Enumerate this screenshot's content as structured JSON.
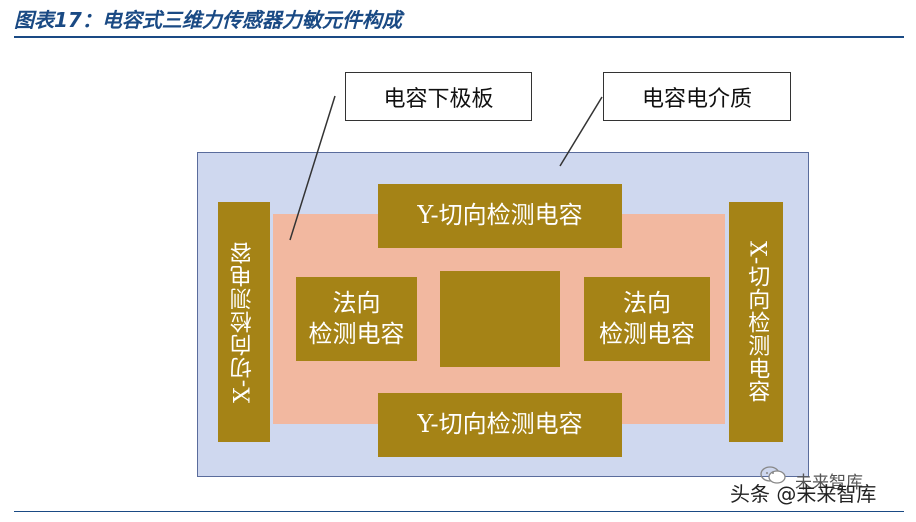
{
  "title": "图表17：电容式三维力传感器力敏元件构成",
  "callouts": {
    "lower_plate": "电容下极板",
    "dielectric": "电容电介质"
  },
  "components": {
    "y_top": "Y-切向检测电容",
    "y_bottom": "Y-切向检测电容",
    "x_left": "X-切向检测电容",
    "x_right": "X-切向检测电容",
    "normal_left": "法向\n检测电容",
    "normal_right": "法向\n检测电容"
  },
  "watermark": {
    "top_text": "未来智库",
    "bottom_text": "头条 @未来智库",
    "icon": "wechat-icon"
  },
  "colors": {
    "title": "#1a4a84",
    "dielectric": "#cfd8ef",
    "lower_plate": "#f2b8a0",
    "electrode": "#a58316"
  }
}
